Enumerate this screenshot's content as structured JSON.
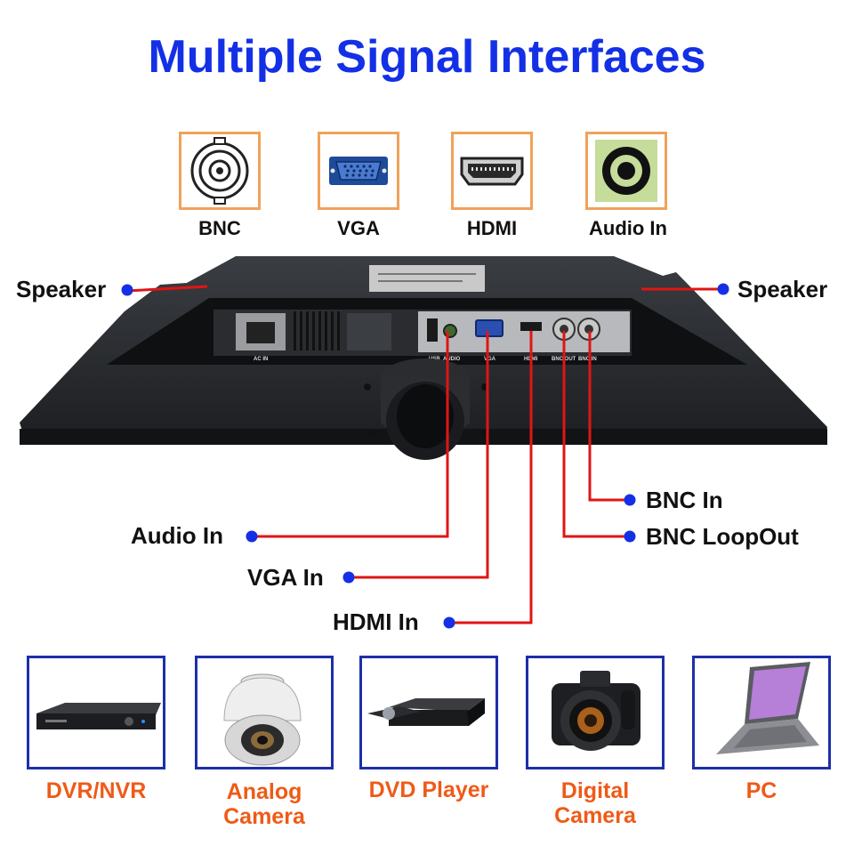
{
  "title": "Multiple Signal Interfaces",
  "colors": {
    "title": "#1430e6",
    "callout_line": "#e01515",
    "callout_dot": "#1430e6",
    "device_label": "#ef5a17",
    "connector_border": "#f0a25a",
    "device_border": "#1d2fa8"
  },
  "connectors": [
    {
      "label": "BNC",
      "icon": "bnc-connector-icon"
    },
    {
      "label": "VGA",
      "icon": "vga-connector-icon"
    },
    {
      "label": "HDMI",
      "icon": "hdmi-connector-icon"
    },
    {
      "label": "Audio In",
      "icon": "audio-jack-icon"
    }
  ],
  "callouts": {
    "speaker_left": "Speaker",
    "speaker_right": "Speaker",
    "audio_in": "Audio In",
    "vga_in": "VGA In",
    "hdmi_in": "HDMI In",
    "bnc_in": "BNC In",
    "bnc_loopout": "BNC LoopOut"
  },
  "monitor_panel_labels": {
    "ac_in": "AC IN",
    "usb": "USB",
    "audio": "AUDIO",
    "vga": "VGA",
    "hdmi": "HDMI",
    "bnc_out": "BNC OUT",
    "bnc_in": "BNC IN"
  },
  "devices": [
    {
      "label_line1": "DVR/NVR",
      "label_line2": "",
      "icon": "dvr-recorder-icon"
    },
    {
      "label_line1": "Analog",
      "label_line2": "Camera",
      "icon": "dome-camera-icon"
    },
    {
      "label_line1": "DVD Player",
      "label_line2": "",
      "icon": "dvd-player-icon"
    },
    {
      "label_line1": "Digital",
      "label_line2": "Camera",
      "icon": "digital-camera-icon"
    },
    {
      "label_line1": "PC",
      "label_line2": "",
      "icon": "laptop-icon"
    }
  ]
}
